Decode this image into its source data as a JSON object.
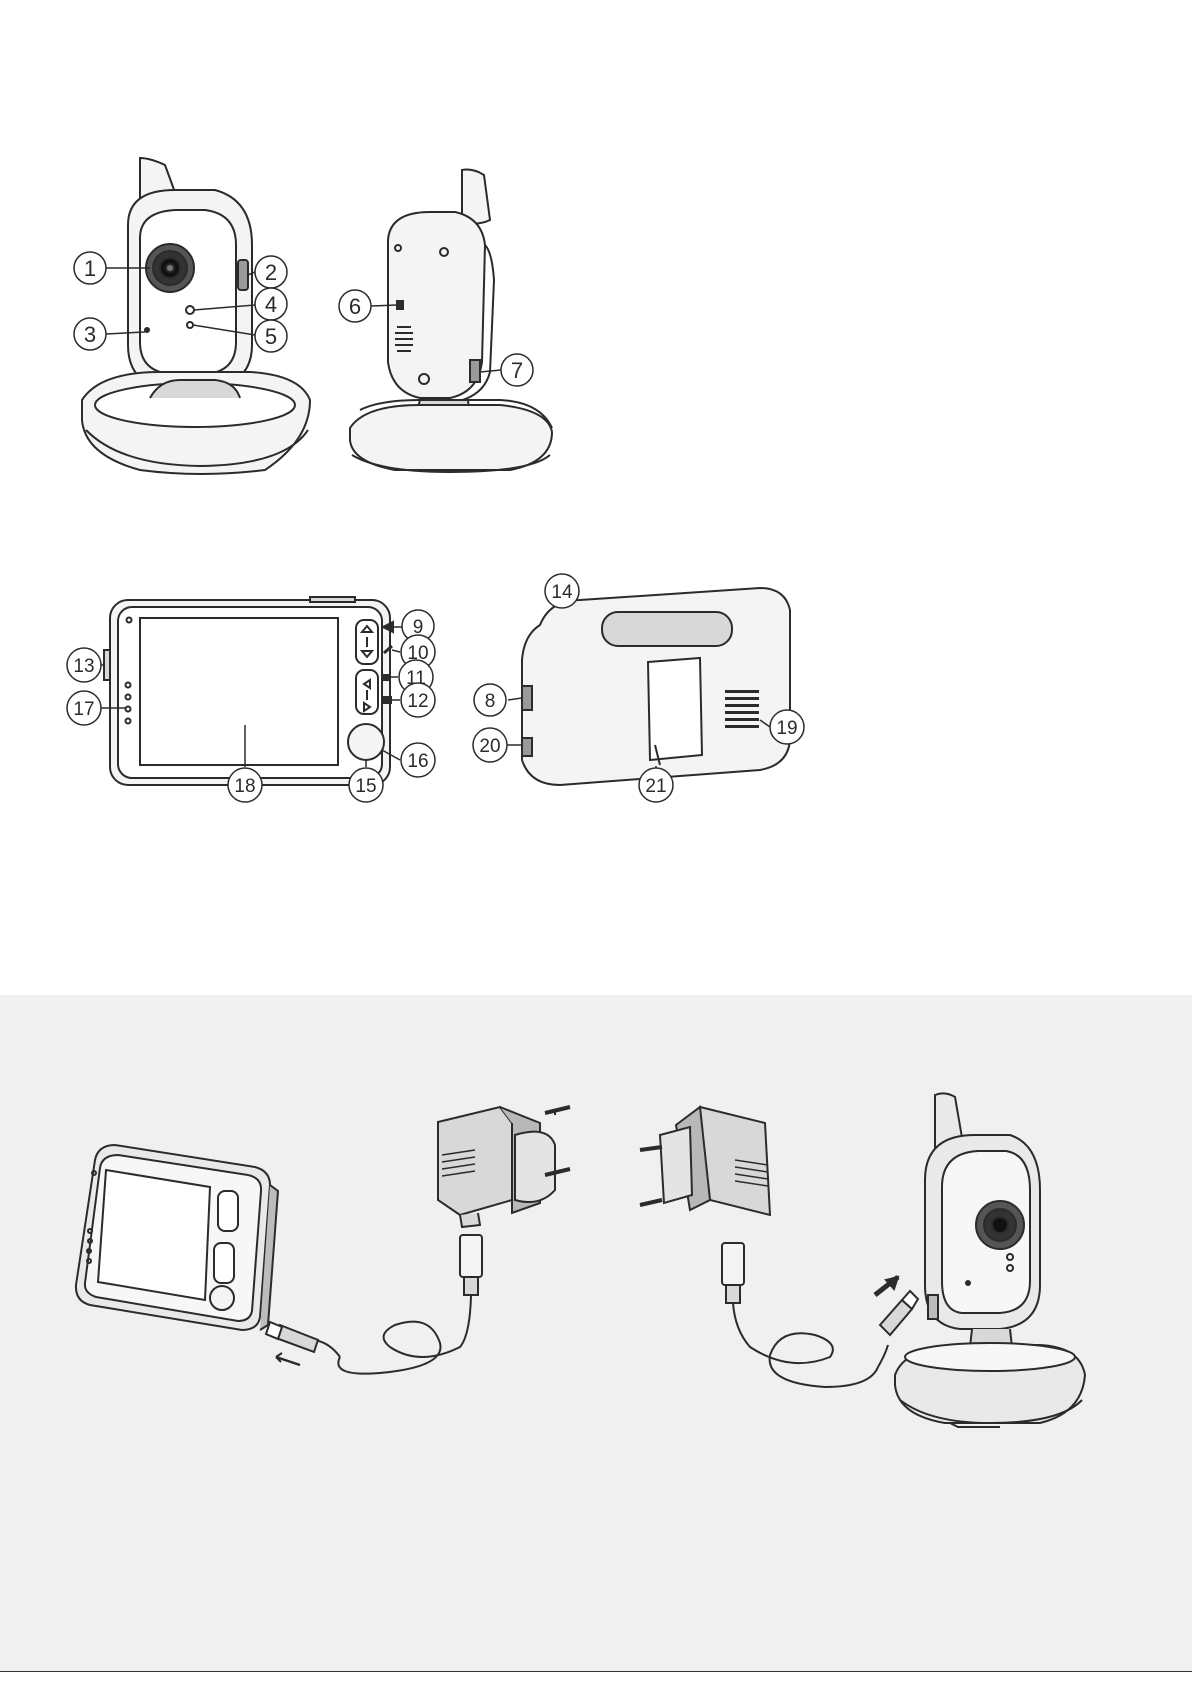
{
  "colors": {
    "line": "#2b2b2b",
    "fill_light": "#f4f4f4",
    "fill_mid": "#d8d8d8",
    "fill_dark": "#9a9a9a",
    "panel_bg": "#f0f0f0"
  },
  "camera_callouts": [
    "1",
    "2",
    "3",
    "4",
    "5",
    "6",
    "7"
  ],
  "monitor_callouts": [
    "8",
    "9",
    "10",
    "11",
    "12",
    "13",
    "14",
    "15",
    "16",
    "17",
    "18",
    "19",
    "20",
    "21"
  ]
}
